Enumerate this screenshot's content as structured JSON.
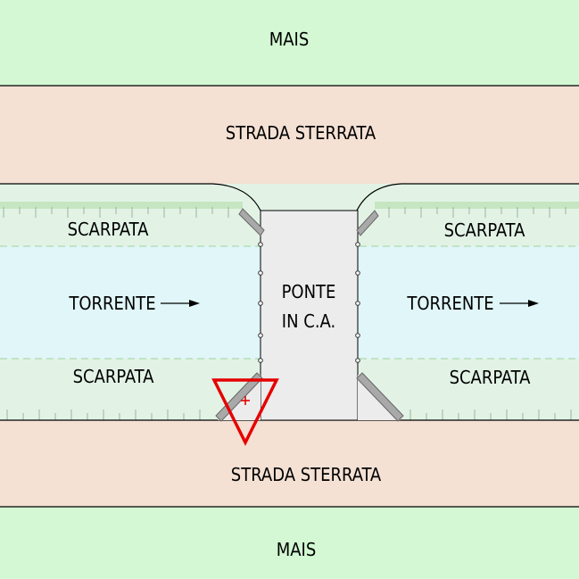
{
  "colors": {
    "field": "#d3f8d3",
    "road": "#f4e1d4",
    "slope": "#e2f3e6",
    "stream": "#e0f6f8",
    "bridge_deck": "#ececec",
    "wingwall": "#a9a9a9",
    "vegetation": "#b9e0b0",
    "edge_line": "#000000",
    "marker": "#e60000"
  },
  "labels": {
    "field_top": "MAIS",
    "road_top": "STRADA STERRATA",
    "slope_top_left": "SCARPATA",
    "slope_top_right": "SCARPATA",
    "stream_left": "TORRENTE",
    "stream_right": "TORRENTE",
    "bridge_line1": "PONTE",
    "bridge_line2": "IN C.A.",
    "slope_bottom_left": "SCARPATA",
    "slope_bottom_right": "SCARPATA",
    "road_bottom": "STRADA STERRATA",
    "field_bottom": "MAIS"
  },
  "symbols": {
    "flow_arrow": "right-arrow-icon",
    "location_marker": "red-triangle-marker-icon"
  }
}
